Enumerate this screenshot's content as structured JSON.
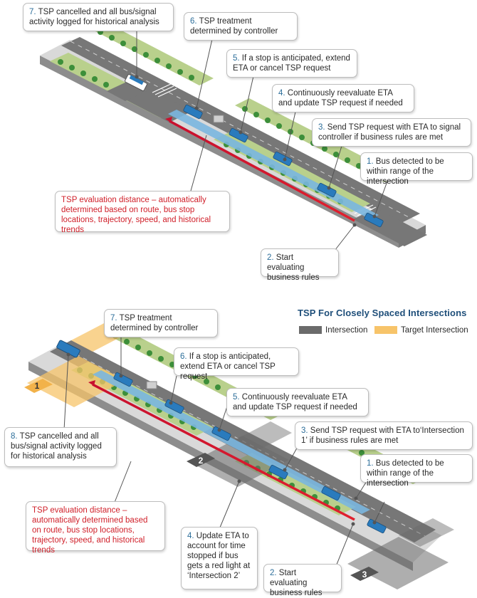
{
  "top": {
    "callouts": [
      {
        "num": "7.",
        "text": "TSP cancelled and all bus/signal activity logged for historical analysis"
      },
      {
        "num": "6.",
        "text": "TSP treatment determined by controller"
      },
      {
        "num": "5.",
        "text": "If a stop is anticipated, extend ETA or cancel TSP request"
      },
      {
        "num": "4.",
        "text": "Continuously reevaluate ETA and update TSP request if needed"
      },
      {
        "num": "3.",
        "text": "Send TSP request with ETA to signal controller if business rules are met"
      },
      {
        "num": "1.",
        "text": "Bus detected to be within range of the intersection"
      },
      {
        "num": "2.",
        "text": "Start evaluating business rules"
      }
    ],
    "evaluation_note": "TSP evaluation distance – automatically determined based on route, bus stop locations, trajectory, speed, and historical trends"
  },
  "bottom": {
    "title": "TSP For Closely Spaced Intersections",
    "legend": [
      {
        "label": "Intersection",
        "color": "#6b6b6b"
      },
      {
        "label": "Target Intersection",
        "color": "#f7c46a"
      }
    ],
    "intersection_labels": [
      "1",
      "2",
      "3"
    ],
    "callouts": [
      {
        "num": "7.",
        "text": "TSP treatment determined by controller"
      },
      {
        "num": "6.",
        "text": "If a stop is anticipated, extend ETA or cancel TSP request"
      },
      {
        "num": "5.",
        "text": "Continuously reevaluate ETA and update TSP request if needed"
      },
      {
        "num": "3.",
        "text": "Send TSP request with ETA to‘Intersection 1’ if business rules are met"
      },
      {
        "num": "1.",
        "text": "Bus detected to be within range of the intersection"
      },
      {
        "num": "8.",
        "text": "TSP cancelled and all bus/signal activity logged for historical analysis"
      },
      {
        "num": "4.",
        "text": "Update ETA to account for time stopped if bus gets a red light at ‘Intersection 2’"
      },
      {
        "num": "2.",
        "text": "Start evaluating business rules"
      }
    ],
    "evaluation_note": "TSP evaluation distance – automatically determined based on route, bus stop locations, trajectory, speed, and historical trends"
  }
}
